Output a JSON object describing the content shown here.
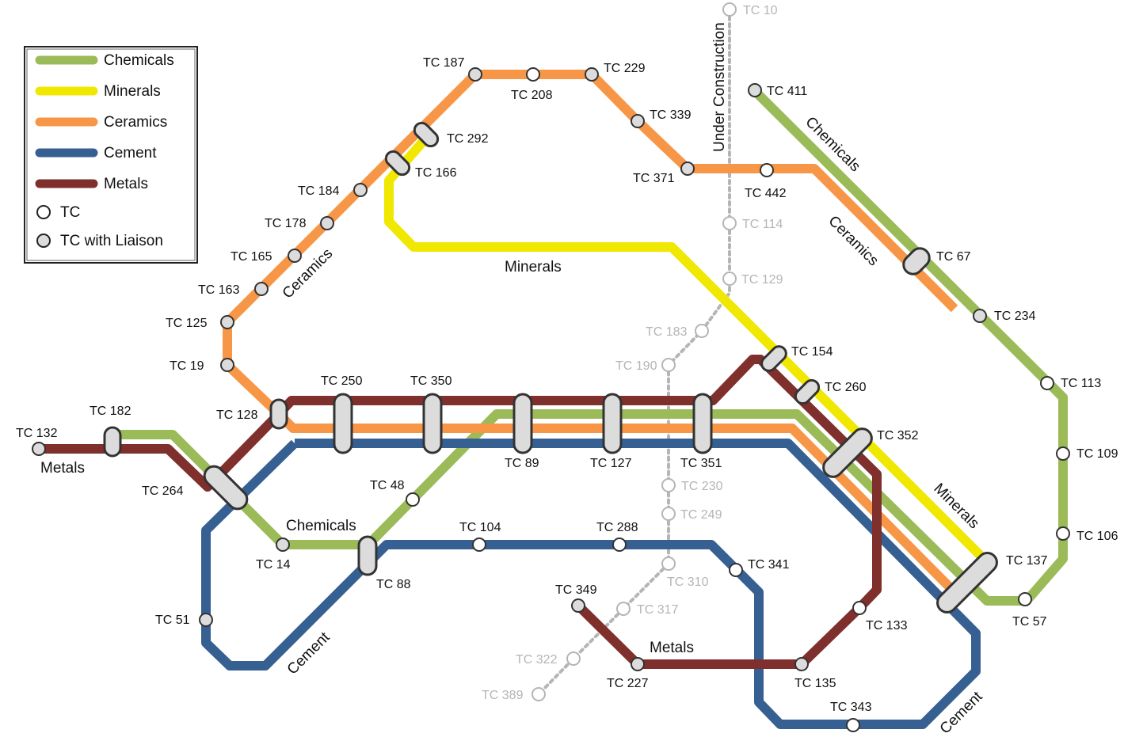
{
  "colors": {
    "chemicals": "#9bbb59",
    "minerals": "#f0e800",
    "ceramics": "#f79646",
    "cement": "#376092",
    "metals": "#7f2f2c",
    "under_construction": "#b5b5b5",
    "station_fill": "#ffffff",
    "liaison_fill": "#dcdcdc",
    "outline": "#333333"
  },
  "legend": {
    "items": [
      {
        "label": "Chemicals",
        "color": "#9bbb59"
      },
      {
        "label": "Minerals",
        "color": "#f0e800"
      },
      {
        "label": "Ceramics",
        "color": "#f79646"
      },
      {
        "label": "Cement",
        "color": "#376092"
      },
      {
        "label": "Metals",
        "color": "#7f2f2c"
      }
    ],
    "tc": "TC",
    "tc_liaison": "TC with Liaison"
  },
  "line_names": {
    "chemicals_right": "Chemicals",
    "chemicals_mid": "Chemicals",
    "ceramics_left": "Ceramics",
    "ceramics_right": "Ceramics",
    "minerals_top": "Minerals",
    "minerals_right": "Minerals",
    "metals_left": "Metals",
    "metals_bottom": "Metals",
    "cement_left": "Cement",
    "cement_right": "Cement",
    "under_construction": "Under Construction"
  },
  "stations": {
    "tc10": "TC 10",
    "tc411": "TC 411",
    "tc187": "TC 187",
    "tc229": "TC 229",
    "tc208": "TC 208",
    "tc339": "TC 339",
    "tc292": "TC 292",
    "tc166": "TC 166",
    "tc184": "TC 184",
    "tc371": "TC 371",
    "tc442": "TC 442",
    "tc114": "TC 114",
    "tc178": "TC 178",
    "tc165": "TC 165",
    "tc67": "TC 67",
    "tc163": "TC 163",
    "tc129": "TC 129",
    "tc234": "TC 234",
    "tc125": "TC 125",
    "tc183": "TC 183",
    "tc154": "TC 154",
    "tc19": "TC 19",
    "tc190": "TC 190",
    "tc113": "TC 113",
    "tc260": "TC 260",
    "tc250": "TC 250",
    "tc350": "TC 350",
    "tc182": "TC 182",
    "tc128": "TC 128",
    "tc132": "TC 132",
    "tc352": "TC 352",
    "tc109": "TC 109",
    "tc89": "TC 89",
    "tc127": "TC 127",
    "tc351": "TC 351",
    "tc230": "TC 230",
    "tc264": "TC 264",
    "tc48": "TC 48",
    "tc249": "TC 249",
    "tc104": "TC 104",
    "tc288": "TC 288",
    "tc106": "TC 106",
    "tc137": "TC 137",
    "tc14": "TC 14",
    "tc341": "TC 341",
    "tc310": "TC 310",
    "tc88": "TC 88",
    "tc349": "TC 349",
    "tc317": "TC 317",
    "tc57": "TC 57",
    "tc51": "TC 51",
    "tc133": "TC 133",
    "tc322": "TC 322",
    "tc227": "TC 227",
    "tc135": "TC 135",
    "tc389": "TC 389",
    "tc343": "TC 343"
  }
}
